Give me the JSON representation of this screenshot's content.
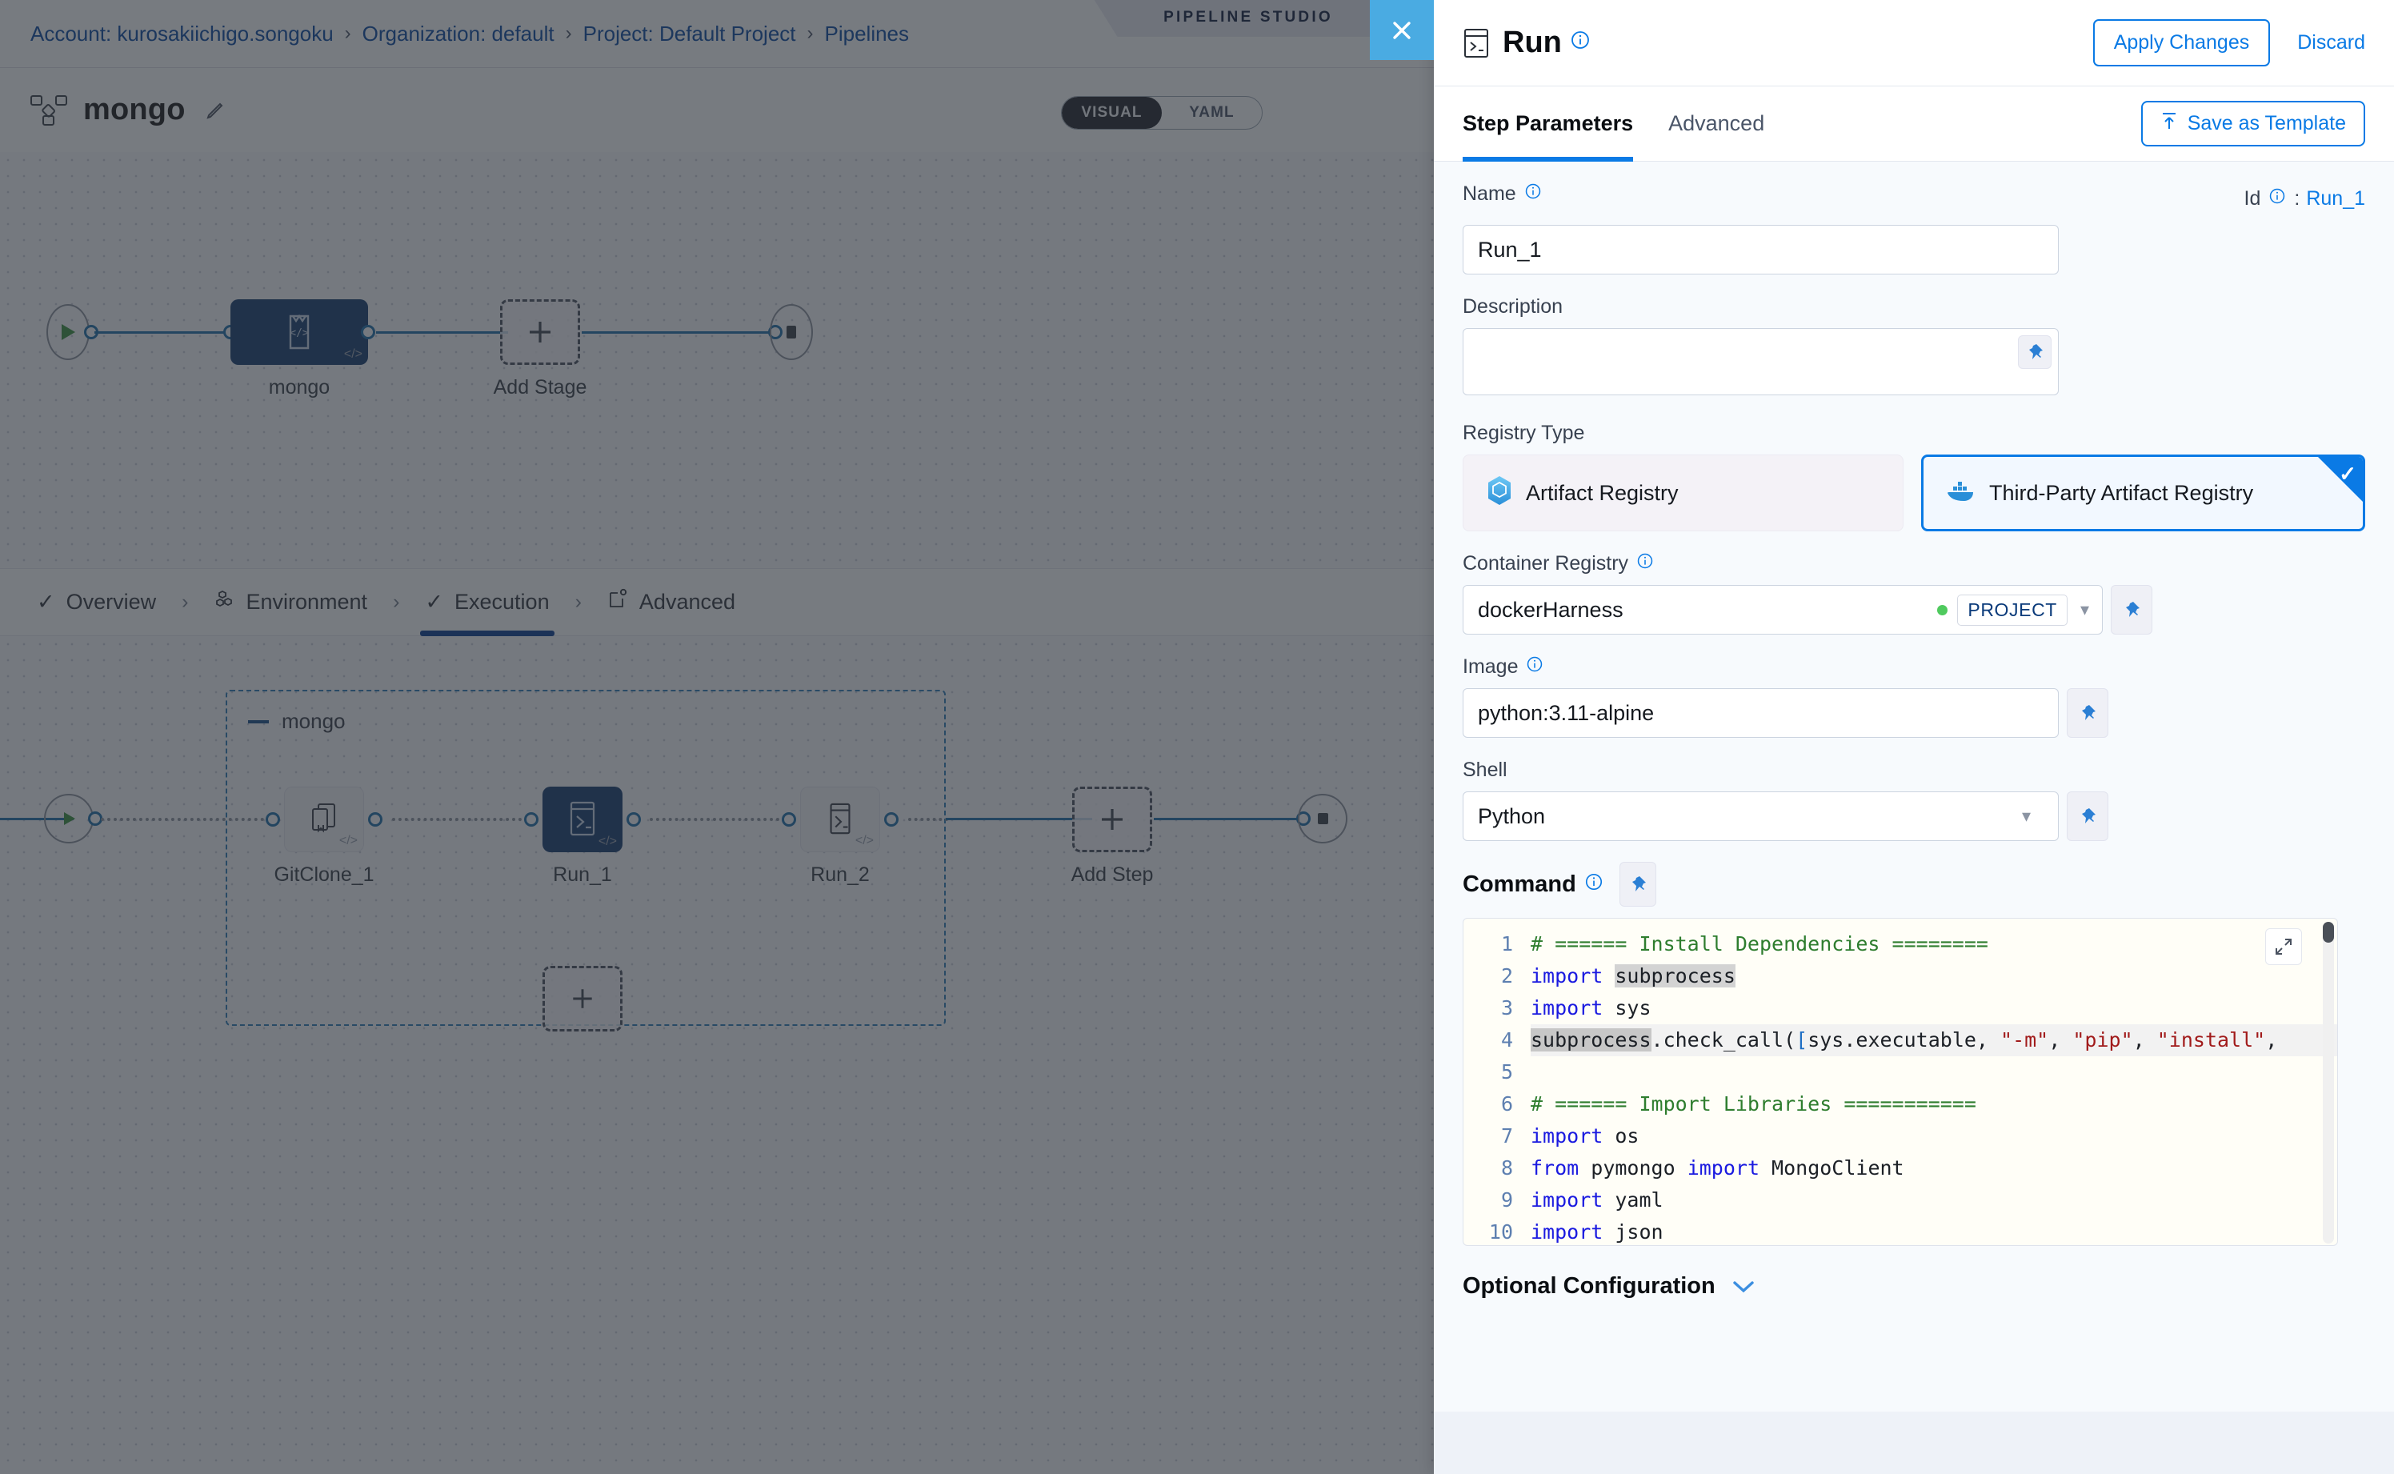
{
  "breadcrumb": {
    "items": [
      {
        "label": "Account: kurosakiichigo.songoku"
      },
      {
        "label": "Organization: default"
      },
      {
        "label": "Project: Default Project"
      },
      {
        "label": "Pipelines"
      }
    ],
    "separator": "›"
  },
  "studio": {
    "badge": "PIPELINE STUDIO",
    "pipeline_name": "mongo",
    "edit_icon": "pencil-icon",
    "pipeline_icon": "pipeline-nodes-icon",
    "close_icon": "close-icon",
    "mode_toggle": {
      "options": [
        "VISUAL",
        "YAML"
      ],
      "selected": "VISUAL"
    }
  },
  "stage_graph": {
    "nodes": [
      {
        "label": "mongo",
        "icon": "code-brackets-icon",
        "selected": true
      },
      {
        "label": "Add Stage",
        "icon": "plus-icon",
        "selected": false
      }
    ],
    "start_icon": "play-icon",
    "end_icon": "stop-icon"
  },
  "stage_tabs": {
    "items": [
      {
        "label": "Overview",
        "icon": "check-icon",
        "active": false
      },
      {
        "label": "Environment",
        "icon": "hexagon-cluster-icon",
        "active": false
      },
      {
        "label": "Execution",
        "icon": "check-icon",
        "active": true
      },
      {
        "label": "Advanced",
        "icon": "advanced-settings-icon",
        "active": false
      }
    ],
    "separator": "›"
  },
  "step_graph": {
    "group_label": "mongo",
    "steps": [
      {
        "label": "GitClone_1",
        "icon": "git-clone-icon",
        "selected": false
      },
      {
        "label": "Run_1",
        "icon": "terminal-icon",
        "selected": true
      },
      {
        "label": "Run_2",
        "icon": "terminal-icon",
        "selected": false
      }
    ],
    "add_step_label": "Add Step",
    "add_step_icon": "plus-icon",
    "add_parallel_icon": "plus-icon"
  },
  "panel": {
    "icon": "terminal-icon",
    "title": "Run",
    "title_info_icon": "info-icon",
    "apply_label": "Apply Changes",
    "discard_label": "Discard",
    "tabs": [
      {
        "label": "Step Parameters",
        "active": true
      },
      {
        "label": "Advanced",
        "active": false
      }
    ],
    "save_template_label": "Save as Template",
    "save_template_icon": "upload-arrow-icon",
    "fields": {
      "name": {
        "label": "Name",
        "info_icon": "info-icon",
        "value": "Run_1",
        "placeholder": ""
      },
      "id": {
        "label": "Id",
        "info_icon": "info-icon",
        "colon": ":",
        "value": "Run_1"
      },
      "description": {
        "label": "Description",
        "value": "",
        "placeholder": "",
        "pin_icon": "pin-icon"
      },
      "registry_type": {
        "label": "Registry Type",
        "options": [
          {
            "label": "Artifact Registry",
            "icon": "harness-artifact-icon",
            "selected": false
          },
          {
            "label": "Third-Party Artifact Registry",
            "icon": "docker-whale-icon",
            "selected": true
          }
        ],
        "selected_tick": "✓"
      },
      "container_registry": {
        "label": "Container Registry",
        "info_icon": "info-icon",
        "value": "dockerHarness",
        "scope_badge": "PROJECT",
        "status_dot_color": "#4fca5e",
        "caret_icon": "chevron-down-icon",
        "pin_icon": "pin-icon"
      },
      "image": {
        "label": "Image",
        "info_icon": "info-icon",
        "value": "python:3.11-alpine",
        "pin_icon": "pin-icon"
      },
      "shell": {
        "label": "Shell",
        "value": "Python",
        "caret_icon": "chevron-down-icon",
        "pin_icon": "pin-icon"
      },
      "command": {
        "label": "Command",
        "info_icon": "info-icon",
        "pin_icon": "pin-icon",
        "expand_icon": "expand-icon",
        "lines": [
          {
            "n": "1",
            "tokens": [
              {
                "t": "# ====== Install Dependencies ========",
                "c": "cmt"
              }
            ]
          },
          {
            "n": "2",
            "tokens": [
              {
                "t": "import ",
                "c": "kw"
              },
              {
                "t": "subprocess",
                "c": "mark"
              }
            ]
          },
          {
            "n": "3",
            "tokens": [
              {
                "t": "import ",
                "c": "kw"
              },
              {
                "t": "sys",
                "c": ""
              }
            ]
          },
          {
            "n": "4",
            "highlight": true,
            "tokens": [
              {
                "t": "subprocess",
                "c": "mark2"
              },
              {
                "t": ".check_call(",
                "c": ""
              },
              {
                "t": "[",
                "c": "brk"
              },
              {
                "t": "sys.executable, ",
                "c": ""
              },
              {
                "t": "\"-m\"",
                "c": "str"
              },
              {
                "t": ", ",
                "c": ""
              },
              {
                "t": "\"pip\"",
                "c": "str"
              },
              {
                "t": ", ",
                "c": ""
              },
              {
                "t": "\"install\"",
                "c": "str"
              },
              {
                "t": ",",
                "c": ""
              }
            ]
          },
          {
            "n": "5",
            "tokens": [
              {
                "t": "",
                "c": ""
              }
            ]
          },
          {
            "n": "6",
            "tokens": [
              {
                "t": "# ====== Import Libraries ===========",
                "c": "cmt"
              }
            ]
          },
          {
            "n": "7",
            "tokens": [
              {
                "t": "import ",
                "c": "kw"
              },
              {
                "t": "os",
                "c": ""
              }
            ]
          },
          {
            "n": "8",
            "tokens": [
              {
                "t": "from ",
                "c": "kw"
              },
              {
                "t": "pymongo ",
                "c": ""
              },
              {
                "t": "import ",
                "c": "kw"
              },
              {
                "t": "MongoClient",
                "c": ""
              }
            ]
          },
          {
            "n": "9",
            "tokens": [
              {
                "t": "import ",
                "c": "kw"
              },
              {
                "t": "yaml",
                "c": ""
              }
            ]
          },
          {
            "n": "10",
            "tokens": [
              {
                "t": "import ",
                "c": "kw"
              },
              {
                "t": "json",
                "c": ""
              }
            ]
          }
        ]
      },
      "optional_configuration": {
        "label": "Optional Configuration",
        "chevron_icon": "chevron-down-icon",
        "expanded": false
      }
    }
  },
  "colors": {
    "accent_blue": "#0a7ae5",
    "node_selected": "#173d6e",
    "edge": "#1d6ea8",
    "close_bg": "#4aabe2",
    "panel_bg": "#f7fafd"
  }
}
